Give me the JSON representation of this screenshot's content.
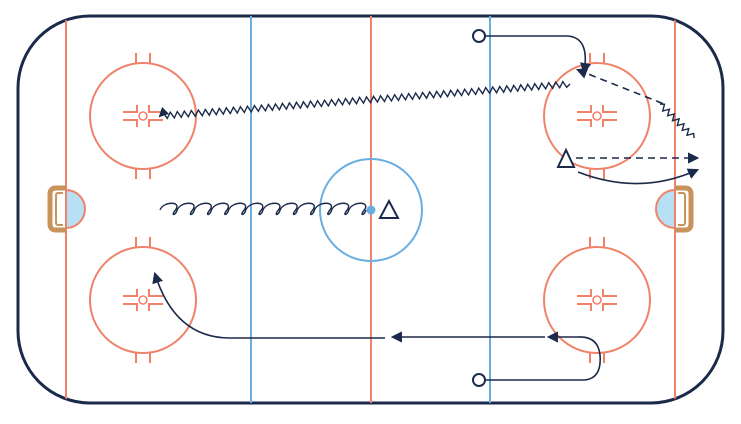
{
  "rink": {
    "board_color": "#1b2a4a",
    "red_line_color": "#f0826a",
    "blue_line_color": "#6aaee0",
    "crease_color": "#b8e0f5",
    "net_color": "#c8935a",
    "drill_color": "#1b2a4a",
    "center_dot_color": "#6aaee0"
  },
  "players": [
    {
      "id": "center-player",
      "shape": "triangle-icon"
    },
    {
      "id": "right-zone-player",
      "shape": "triangle-icon"
    }
  ],
  "pylons": [
    {
      "id": "pylon-top",
      "shape": "circle-icon"
    },
    {
      "id": "pylon-bottom",
      "shape": "circle-icon"
    }
  ],
  "legend_marks": {
    "skate_with_puck": "wavy-line",
    "pass": "dashed-arrow",
    "skate": "solid-arrow",
    "backward_skate": "loop-line"
  }
}
